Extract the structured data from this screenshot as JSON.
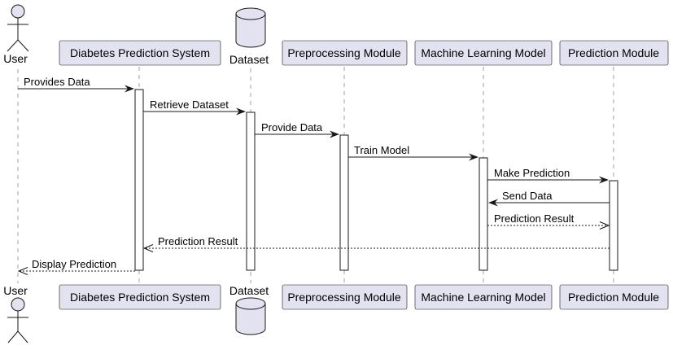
{
  "participants": {
    "user": "User",
    "system": "Diabetes Prediction System",
    "dataset": "Dataset",
    "preprocessing": "Preprocessing Module",
    "model": "Machine Learning Model",
    "prediction": "Prediction Module"
  },
  "messages": [
    {
      "from": "user",
      "to": "system",
      "label": "Provides Data",
      "style": "solid"
    },
    {
      "from": "system",
      "to": "dataset",
      "label": "Retrieve Dataset",
      "style": "solid"
    },
    {
      "from": "dataset",
      "to": "preprocessing",
      "label": "Provide Data",
      "style": "solid"
    },
    {
      "from": "preprocessing",
      "to": "model",
      "label": "Train Model",
      "style": "solid"
    },
    {
      "from": "model",
      "to": "prediction",
      "label": "Make Prediction",
      "style": "solid"
    },
    {
      "from": "prediction",
      "to": "model",
      "label": "Send Data",
      "style": "solid"
    },
    {
      "from": "model",
      "to": "prediction",
      "label": "Prediction Result",
      "style": "dotted"
    },
    {
      "from": "prediction",
      "to": "system",
      "label": "Prediction Result",
      "style": "dotted"
    },
    {
      "from": "system",
      "to": "user",
      "label": "Display Prediction",
      "style": "dotted"
    }
  ],
  "colors": {
    "participant_fill": "#e2e2f0",
    "border": "#181818",
    "lifeline": "#a0a0a0"
  }
}
